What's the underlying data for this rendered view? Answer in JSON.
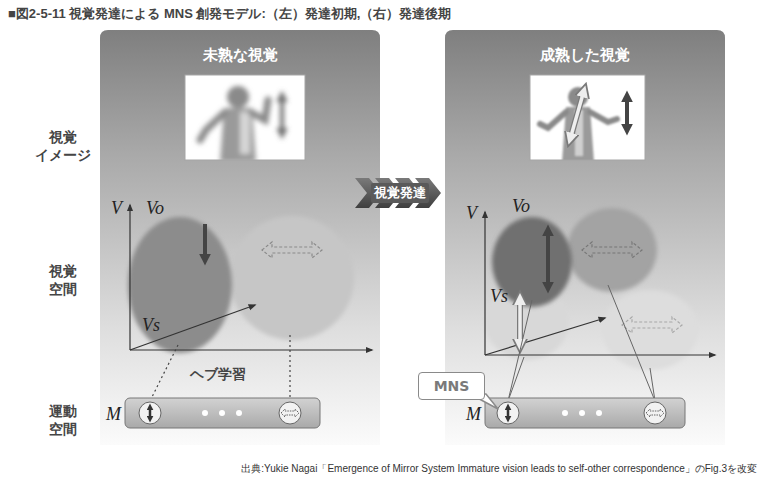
{
  "diagram": {
    "title": "■図2-5-11 視覚発達による MNS 創発モデル:（左）発達初期,（右）発達後期",
    "caption": "出典:Yukie Nagai「Emergence of Mirror System Immature vision leads to self-other correspondence」のFig.3を改変",
    "nodes": [
      {
        "text": [
          "未熟な視覚"
        ]
      },
      {
        "text": [
          "成熟した視覚"
        ]
      },
      {
        "text": [
          "視覚発達"
        ]
      },
      {
        "text": [
          "MNS"
        ]
      }
    ],
    "labels": [
      "視覚 イメージ",
      "視覚 空間",
      "運動 空間",
      "V",
      "Vo",
      "Vs",
      "ヘブ学習",
      "M",
      "V",
      "Vo",
      "Vs",
      "M"
    ]
  }
}
